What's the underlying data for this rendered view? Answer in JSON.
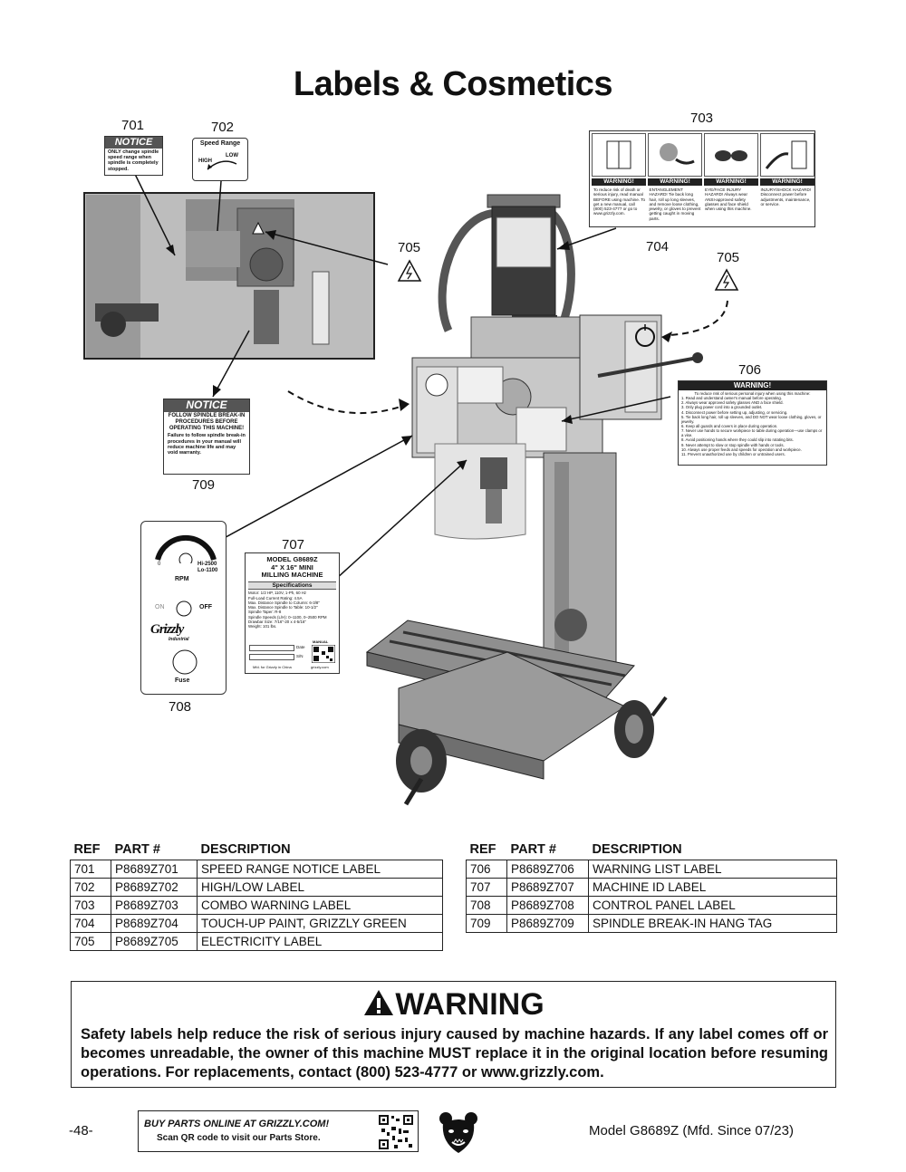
{
  "title": "Labels & Cosmetics",
  "callouts": {
    "c701": "701",
    "c702": "702",
    "c703": "703",
    "c704": "704",
    "c705a": "705",
    "c705b": "705",
    "c706": "706",
    "c707": "707",
    "c708": "708",
    "c709": "709"
  },
  "labels": {
    "notice_701": {
      "header": "NOTICE",
      "text": "ONLY change spindle speed range when spindle is completely stopped."
    },
    "speed_702": {
      "title": "Speed Range",
      "high": "HIGH",
      "low": "LOW"
    },
    "combo_703": {
      "warning": "WARNING!",
      "panels": [
        "To reduce risk of death or serious injury, read manual BEFORE using machine. To get a new manual, call (800) 523-4777 or go to www.grizzly.com.",
        "ENTANGLEMENT HAZARD! Tie back long hair, roll up long sleeves, and remove loose clothing, jewelry, or gloves to prevent getting caught in moving parts.",
        "EYE/FACE INJURY HAZARD! Always wear ANSI-approved safety glasses and face shield when using this machine.",
        "INJURY/SHOCK HAZARD! Disconnect power before adjustments, maintenance, or service."
      ]
    },
    "notice_709": {
      "header": "NOTICE",
      "title": "FOLLOW SPINDLE BREAK-IN PROCEDURES BEFORE OPERATING THIS MACHINE!",
      "text": "Failure to follow spindle break-in procedures in your manual will reduce machine life and may void warranty."
    },
    "warning_706": {
      "header": "WARNING!",
      "intro": "To reduce risk of serious personal injury when using this machine:",
      "items": [
        "1. Read and understand owner's manual before operating.",
        "2. Always wear approved safety glasses AND a face shield.",
        "3. Only plug power cord into a grounded outlet.",
        "4. Disconnect power before setting up, adjusting, or servicing.",
        "5. Tie back long hair, roll up sleeves, and DO NOT wear loose clothing, gloves, or jewelry.",
        "6. Keep all guards and covers in place during operation.",
        "7. Never use hands to secure workpiece to table during operation—use clamps or a vise.",
        "8. Avoid positioning hands where they could slip into rotating bits.",
        "9. Never attempt to slow or stop spindle with hands or tools.",
        "10. Always use proper feeds and speeds for operation and workpiece.",
        "11. Prevent unauthorized use by children or untrained users."
      ]
    },
    "panel_708": {
      "zero": "0",
      "hi": "Hi-2500",
      "lo": "Lo-1100",
      "rpm": "RPM",
      "on": "ON",
      "off": "OFF",
      "brand": "Grizzly",
      "brand_sub": "Industrial",
      "fuse": "Fuse"
    },
    "id_707": {
      "model": "MODEL G8689Z",
      "name1": "4\" X 16\" MINI",
      "name2": "MILLING MACHINE",
      "spec_title": "Specifications",
      "specs": [
        "Motor: 1/2 HP, 110V, 1-Ph, 60 Hz",
        "Full-Load Current Rating: 4.5A",
        "Max. Distance Spindle to Column: 6-3/8\"",
        "Max. Distance Spindle to Table: 10-1/2\"",
        "Spindle Taper: R-8",
        "Spindle Speeds (L/H): 0–1100, 0–2500 RPM",
        "Drawbar Size: 7/16\"-20 x 4-5/16\"",
        "Weight: 101 lbs."
      ],
      "date": "Date",
      "sn": "S/N",
      "manual": "MANUAL",
      "made": "Mfd. for Grizzly in China",
      "site": "grizzly.com"
    }
  },
  "table_left": {
    "headers": [
      "REF",
      "PART #",
      "DESCRIPTION"
    ],
    "rows": [
      [
        "701",
        "P8689Z701",
        "SPEED RANGE NOTICE LABEL"
      ],
      [
        "702",
        "P8689Z702",
        "HIGH/LOW LABEL"
      ],
      [
        "703",
        "P8689Z703",
        "COMBO WARNING LABEL"
      ],
      [
        "704",
        "P8689Z704",
        "TOUCH-UP PAINT, GRIZZLY GREEN"
      ],
      [
        "705",
        "P8689Z705",
        "ELECTRICITY LABEL"
      ]
    ]
  },
  "table_right": {
    "headers": [
      "REF",
      "PART #",
      "DESCRIPTION"
    ],
    "rows": [
      [
        "706",
        "P8689Z706",
        "WARNING LIST LABEL"
      ],
      [
        "707",
        "P8689Z707",
        "MACHINE ID LABEL"
      ],
      [
        "708",
        "P8689Z708",
        "CONTROL PANEL LABEL"
      ],
      [
        "709",
        "P8689Z709",
        "SPINDLE BREAK-IN HANG TAG"
      ]
    ]
  },
  "warning": {
    "heading": "WARNING",
    "text": "Safety labels help reduce the risk of serious injury caused by machine hazards. If any label comes off or becomes unreadable, the owner of this machine MUST replace it in the original location before resuming operations. For replacements, contact (800) 523-4777 or www.grizzly.com."
  },
  "footer": {
    "page": "-48-",
    "buy": "BUY PARTS ONLINE AT GRIZZLY.COM!",
    "scan": "Scan QR code to visit our Parts Store.",
    "model": "Model G8689Z (Mfd. Since 07/23)"
  }
}
